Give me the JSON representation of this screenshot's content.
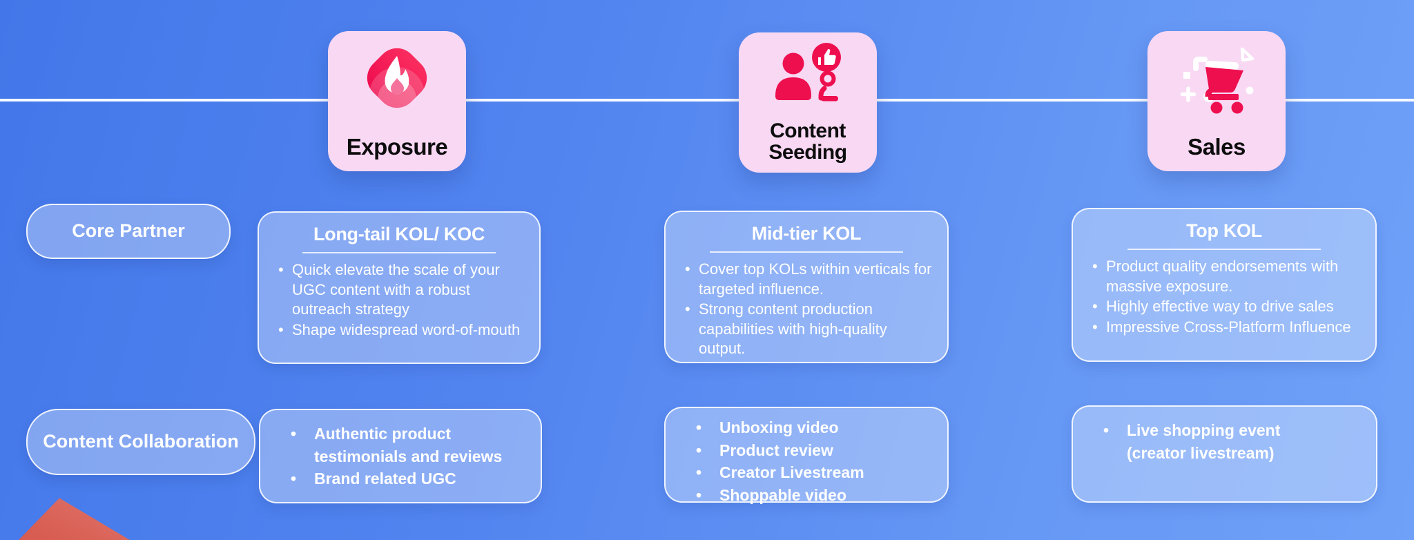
{
  "palette": {
    "background_left": "#4377e9",
    "background_right": "#6fa1f8",
    "accent_crimson": "#ee0f4f",
    "stage_card_pink": "#f8d8f3",
    "panel_lavender": "#94a5ee",
    "text_white": "#ffffff",
    "text_black": "#0d0d0d",
    "blob_salmon": "#dd6a5f"
  },
  "stages": [
    {
      "label": "Exposure",
      "icon": "flame-icon"
    },
    {
      "label": "Content Seeding",
      "icon": "person-thumbs-up-icon"
    },
    {
      "label": "Sales",
      "icon": "shopping-cart-icon"
    }
  ],
  "row_labels": {
    "core_partner": "Core Partner",
    "content_collaboration": "Content Collaboration"
  },
  "core_partner_cards": [
    {
      "title": "Long-tail KOL/ KOC",
      "bullets": [
        "Quick elevate the scale of your UGC content with a robust outreach strategy",
        "Shape widespread word-of-mouth"
      ]
    },
    {
      "title": "Mid-tier KOL",
      "bullets": [
        "Cover top KOLs within verticals for targeted influence.",
        "Strong content production capabilities with high-quality output."
      ]
    },
    {
      "title": "Top KOL",
      "bullets": [
        "Product quality endorsements with massive exposure.",
        "Highly effective way to drive sales",
        "Impressive Cross-Platform Influence"
      ]
    }
  ],
  "content_collaboration_cards": [
    {
      "bullets": [
        "Authentic product testimonials and reviews",
        "Brand related UGC"
      ]
    },
    {
      "bullets": [
        "Unboxing video",
        "Product review",
        "Creator Livestream",
        "Shoppable video"
      ]
    },
    {
      "bullets": [
        "Live shopping event (creator livestream)"
      ]
    }
  ]
}
